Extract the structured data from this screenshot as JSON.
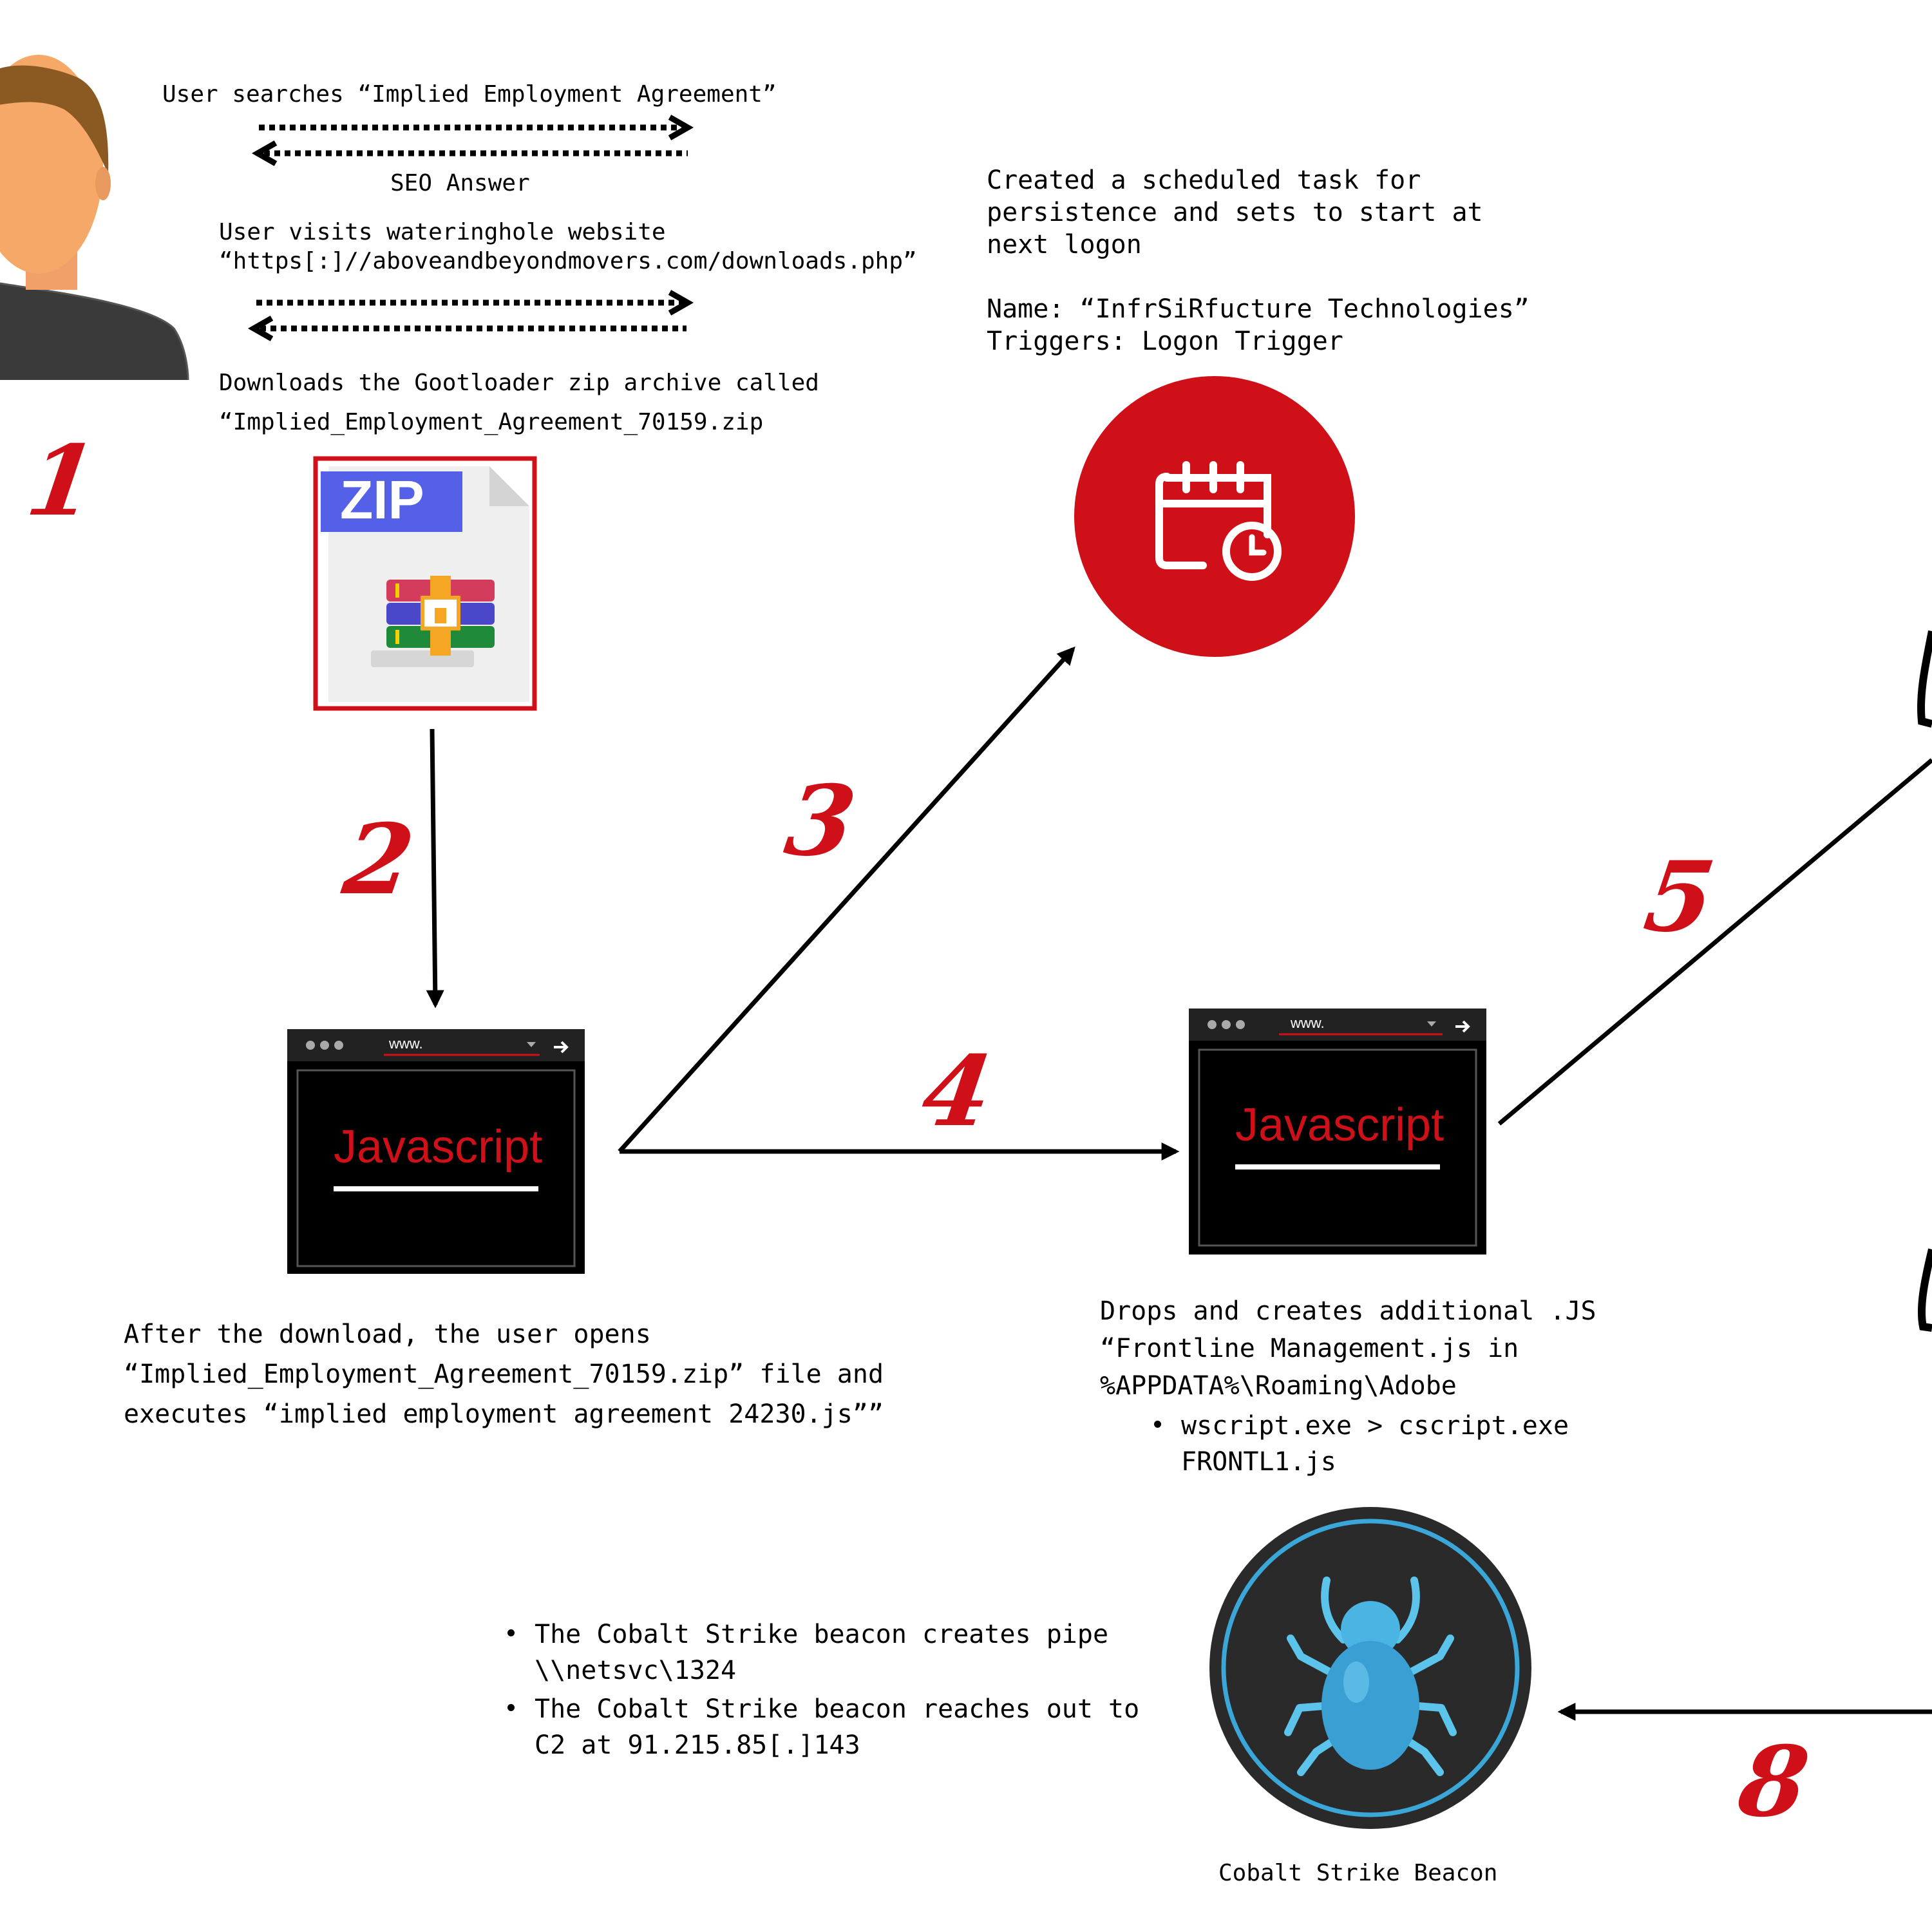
{
  "texts": {
    "search": "User searches “Implied Employment Agreement”",
    "seo": "SEO Answer",
    "visit_1": "User visits wateringhole website",
    "visit_2": "“https[:]//aboveandbeyondmovers.com/downloads.php”",
    "download_1": "Downloads the Gootloader zip archive called",
    "download_2": "“Implied_Employment_Agreement_70159.zip",
    "task_1": "Created a scheduled task for",
    "task_2": "persistence and sets to start at",
    "task_3": "next logon",
    "task_name": "Name: “InfrSiRfucture Technologies”",
    "task_trigger": "Triggers: Logon Trigger",
    "after_1": "After the download, the user opens",
    "after_2": "“Implied_Employment_Agreement_70159.zip” file and",
    "after_3": "executes “implied employment agreement 24230.js””",
    "drops_1": "Drops and creates additional .JS",
    "drops_2": "“Frontline Management.js in",
    "drops_3": "%APPDATA%\\Roaming\\Adobe",
    "drops_b1": "wscript.exe > cscript.exe",
    "drops_b2": "FRONTL1.js",
    "beacon_b1_1": "The Cobalt Strike beacon creates pipe",
    "beacon_b1_2": "\\\\netsvc\\1324",
    "beacon_b2_1": "The Cobalt Strike beacon reaches out to",
    "beacon_b2_2": "C2 at 91.215.85[.]143",
    "beacon_caption": "Cobalt Strike Beacon"
  },
  "steps": [
    "1",
    "2",
    "3",
    "4",
    "5",
    "8"
  ],
  "browser": {
    "label": "Javascript",
    "url_text": "www."
  },
  "zip": {
    "label": "ZIP"
  },
  "icons": {
    "user": "user-avatar-icon",
    "zip": "zip-archive-icon",
    "calendar": "calendar-clock-icon",
    "bug": "bug-icon"
  },
  "colors": {
    "accent_red": "#d01018",
    "zip_blue": "#5560e8",
    "bug_blue": "#3aa7d8",
    "dark": "#222222"
  }
}
